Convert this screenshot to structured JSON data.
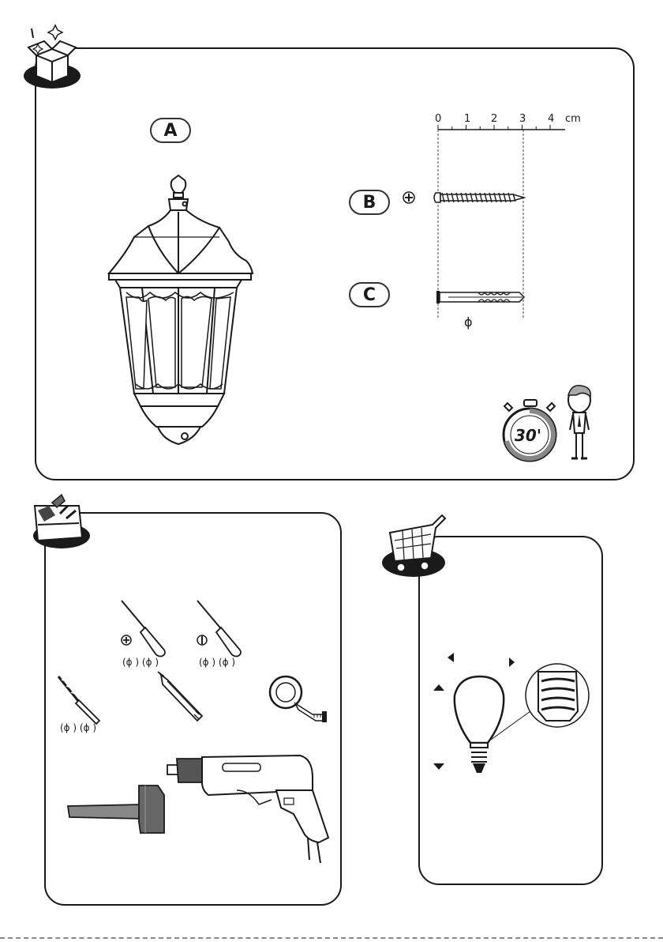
{
  "parts": {
    "a_label": "A",
    "b_label": "B",
    "c_label": "C"
  },
  "ruler": {
    "ticks": [
      "0",
      "1",
      "2",
      "3",
      "4"
    ],
    "unit": "cm"
  },
  "dowel_diameter_symbol": "ϕ",
  "timer": {
    "label": "30'"
  },
  "tools": {
    "screwdriver_phillips_spec": "(ϕ   ) (ϕ   )",
    "screwdriver_flat_spec": "(ϕ   ) (ϕ   )",
    "drill_bit_spec": "(ϕ   ) (ϕ   )"
  },
  "colors": {
    "line": "#1a1a1a",
    "lantern_glass": "#ffffff",
    "icon_fill": "#1a1a1a",
    "hammer_gray": "#777777"
  },
  "icons": [
    "unbox-icon",
    "toolbox-icon",
    "shopping-cart-icon",
    "stopwatch-icon",
    "person-icon",
    "light-bulb-icon",
    "phillips-head-icon",
    "slotted-head-icon"
  ]
}
